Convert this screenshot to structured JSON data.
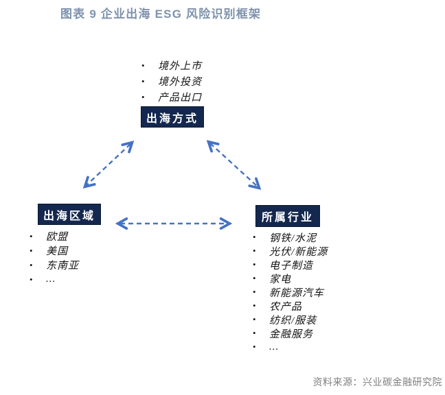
{
  "title": "图表 9 企业出海 ESG 风险识别框架",
  "colors": {
    "title_text": "#7E92AC",
    "box_bg": "#14284F",
    "box_border": "#0A1830",
    "box_text": "#FFFFFF",
    "arrow": "#4472C4",
    "list_text": "#141414",
    "source_text": "#7F7F7F"
  },
  "nodes": {
    "method": {
      "label": "出海方式",
      "items": [
        "境外上市",
        "境外投资",
        "产品出口"
      ]
    },
    "region": {
      "label": "出海区域",
      "items": [
        "欧盟",
        "美国",
        "东南亚",
        "..."
      ]
    },
    "industry": {
      "label": "所属行业",
      "items": [
        "钢铁/水泥",
        "光伏/新能源",
        "电子制造",
        "家电",
        "新能源汽车",
        "农产品",
        "纺织/服装",
        "金融服务",
        "..."
      ]
    }
  },
  "source": "资料来源：兴业碳金融研究院"
}
